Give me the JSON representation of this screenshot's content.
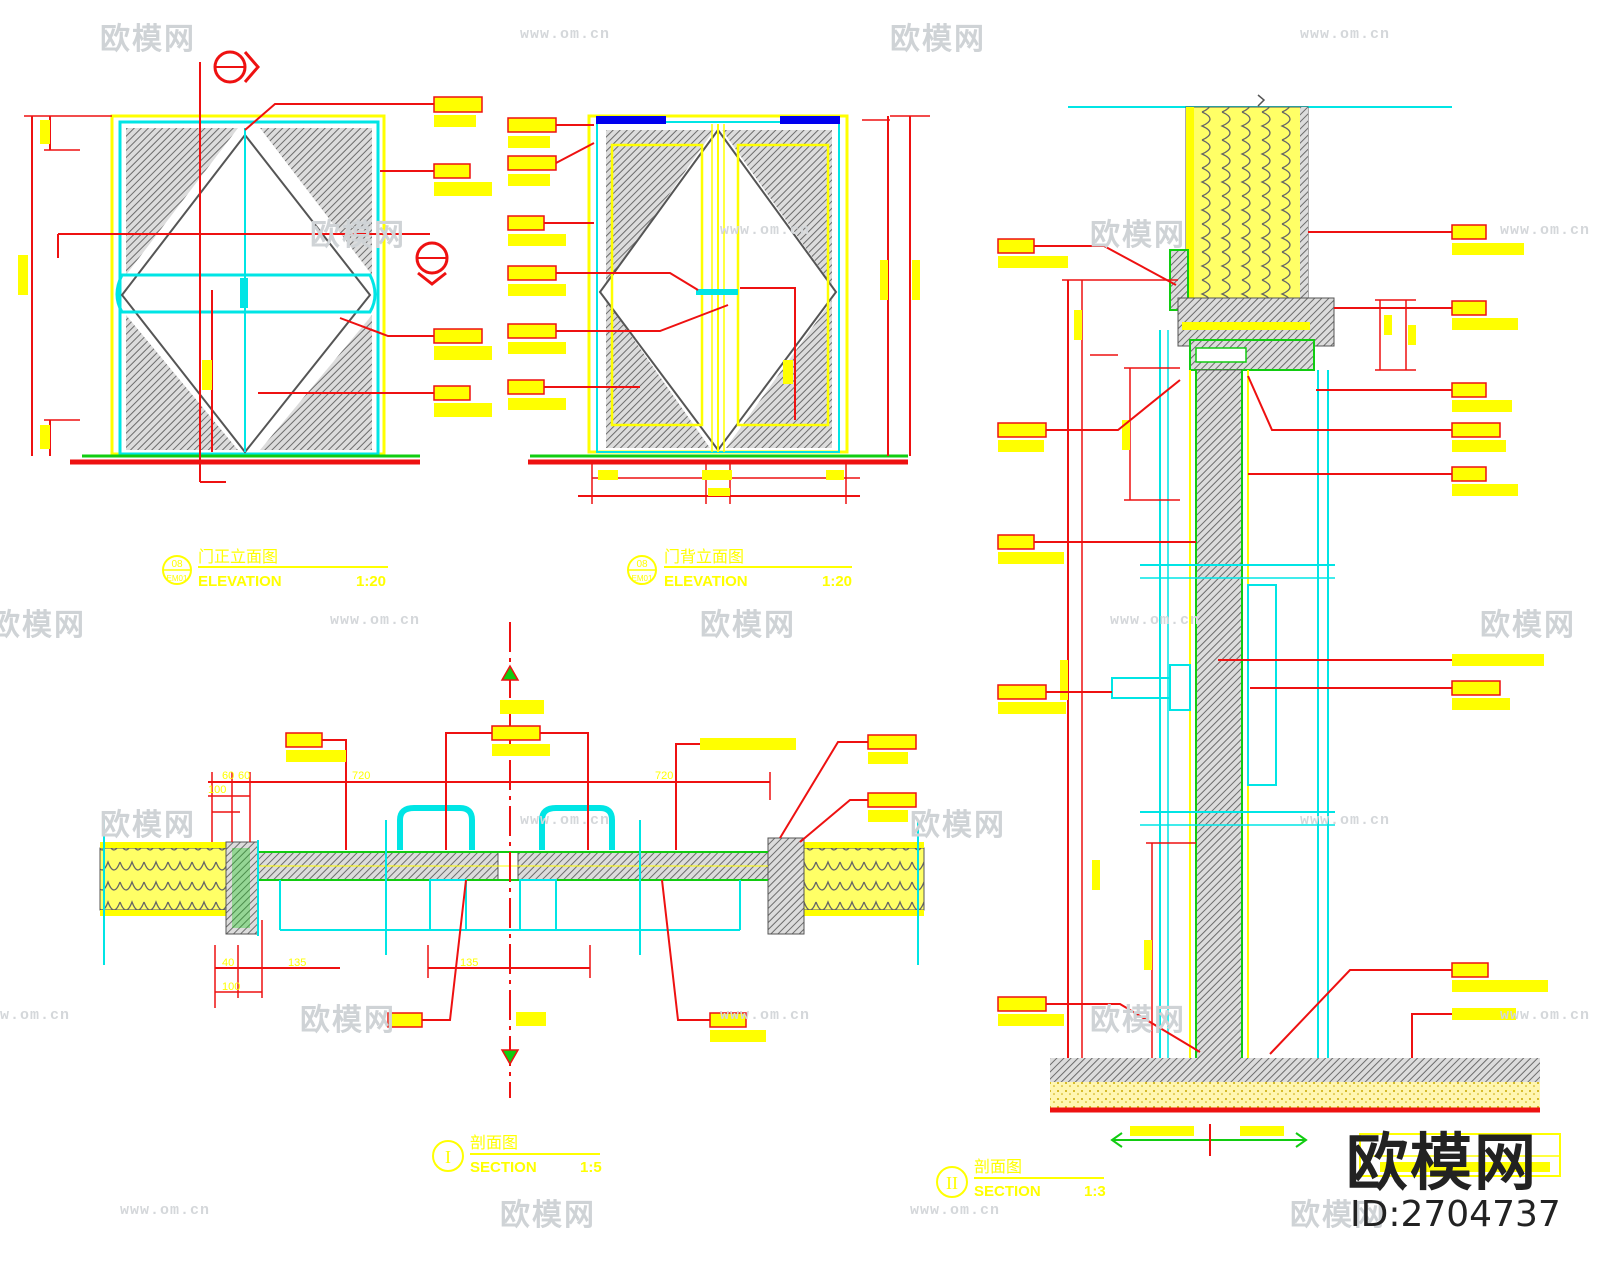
{
  "titles": {
    "front": {
      "num": "08",
      "sheet": "EM01",
      "cn": "门正立面图",
      "en": "ELEVATION",
      "scale": "1:20"
    },
    "back": {
      "num": "08",
      "sheet": "EM01",
      "cn": "门背立面图",
      "en": "ELEVATION",
      "scale": "1:20"
    },
    "section1": {
      "num": "I",
      "cn": "剖面图",
      "en": "SECTION",
      "scale": "1:5"
    },
    "section2": {
      "num": "II",
      "cn": "剖面图",
      "en": "SECTION",
      "scale": "1:3"
    }
  },
  "dims": {
    "d60a": "60",
    "d60b": "60",
    "d100a": "100",
    "d100b": "100",
    "d135a": "135",
    "d135b": "135",
    "d720a": "720",
    "d720b": "720",
    "d40": "40"
  },
  "watermark": {
    "text": "欧模网",
    "url": "www.om.cn"
  },
  "brand": {
    "logo": "欧模网",
    "id": "ID:2704737"
  },
  "colors": {
    "red": "#ee1111",
    "yellow": "#ffff00",
    "cyan": "#00e5e5",
    "green": "#11cc11",
    "gray": "#555555",
    "blue": "#0000ee"
  }
}
